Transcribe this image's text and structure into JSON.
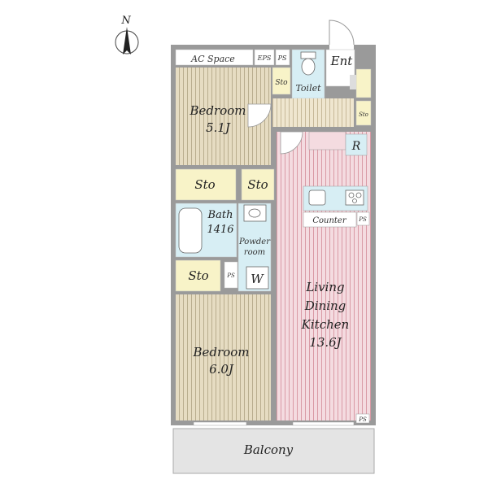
{
  "compass": {
    "label": "N"
  },
  "rooms": {
    "bedroom1": {
      "name": "Bedroom",
      "size": "5.1J"
    },
    "bedroom2": {
      "name": "Bedroom",
      "size": "6.0J"
    },
    "ldk": {
      "line1": "Living",
      "line2": "Dining",
      "line3": "Kitchen",
      "size": "13.6J"
    },
    "bath": {
      "name": "Bath",
      "size": "1416"
    },
    "powder": {
      "line1": "Powder",
      "line2": "room"
    },
    "toilet": "Toilet",
    "entrance": "Ent",
    "balcony": "Balcony",
    "ac_space": "AC Space",
    "counter": "Counter"
  },
  "labels": {
    "eps": "EPS",
    "ps": "PS",
    "sto": "Sto",
    "refrigerator": "R",
    "washer": "W"
  },
  "colors": {
    "wall": "#9a9a9a",
    "bedroom_floor": "#e6dcc2",
    "bedroom_stripe": "#b9ad8e",
    "ldk_floor": "#f4dbe0",
    "ldk_stripe": "#d99aa5",
    "storage": "#f8f3c8",
    "wet_area": "#d7eef4",
    "balcony": "#e4e4e4"
  }
}
